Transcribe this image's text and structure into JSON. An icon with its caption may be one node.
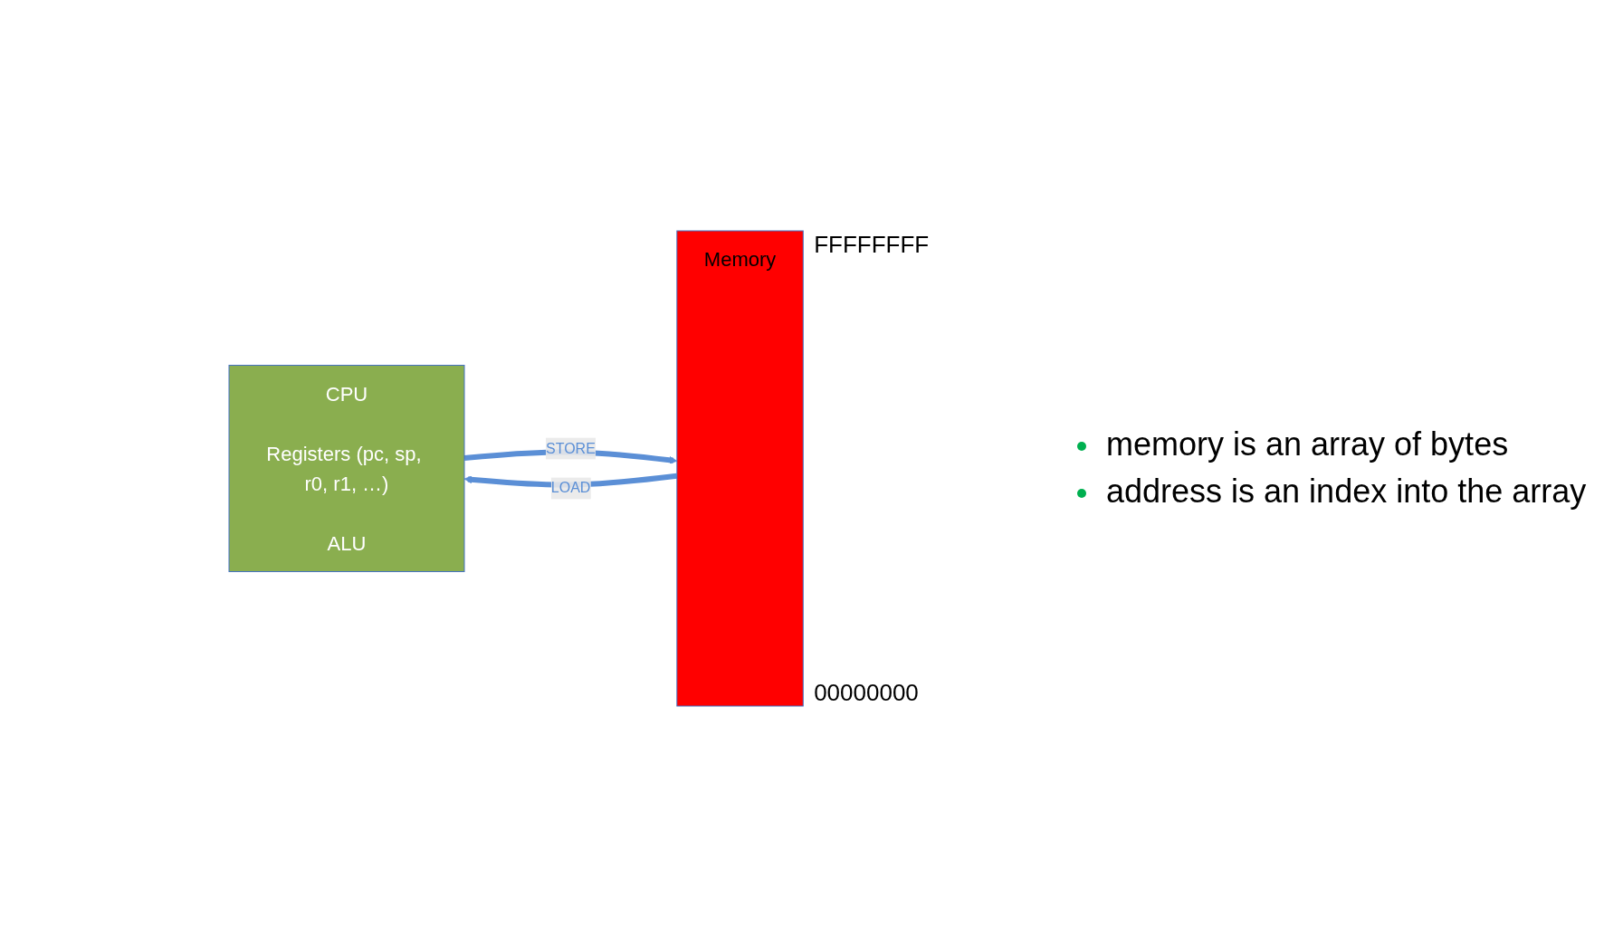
{
  "diagram": {
    "nodes": [
      {
        "text": [
          "CPU",
          "Registers (pc, sp, r0, r1, …)",
          "ALU"
        ]
      },
      {
        "text": [
          "Memory"
        ],
        "beside": [
          "FFFFFFFF",
          "00000000"
        ]
      }
    ],
    "edges": [
      {
        "from": 0,
        "to": 1,
        "arrow": "to",
        "label": "STORE"
      },
      {
        "from": 1,
        "to": 0,
        "arrow": "to",
        "label": "LOAD"
      }
    ],
    "labels": [
      "memory is an array of bytes",
      "address is an index into the array"
    ]
  }
}
